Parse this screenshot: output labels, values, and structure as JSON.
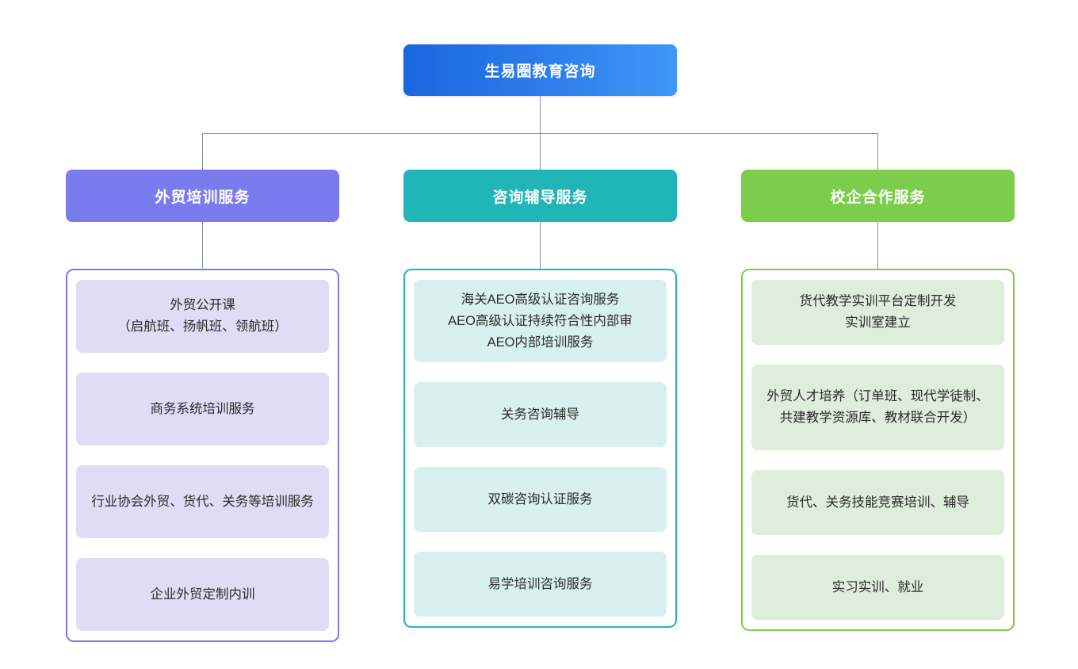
{
  "diagram": {
    "type": "organization-tree",
    "root": {
      "label": "生易圈教育咨询",
      "color": "#2a79ea"
    },
    "branches": [
      {
        "id": "foreign-trade-training",
        "header": "外贸培训服务",
        "color": "#7b7bf0",
        "item_fill": "#e0dcf5",
        "items": [
          "外贸公开课\n（启航班、扬帆班、领航班）",
          "商务系统培训服务",
          "行业协会外贸、货代、关务等培训服务",
          "企业外贸定制内训"
        ]
      },
      {
        "id": "consulting-coaching",
        "header": "咨询辅导服务",
        "color": "#21b5b8",
        "item_fill": "#d8f0ef",
        "items": [
          "海关AEO高级认证咨询服务\nAEO高级认证持续符合性内部审\nAEO内部培训服务",
          "关务咨询辅导",
          "双碳咨询认证服务",
          "易学培训咨询服务"
        ]
      },
      {
        "id": "school-enterprise-cooperation",
        "header": "校企合作服务",
        "color": "#7bcd4b",
        "item_fill": "#ddeeda",
        "items": [
          "货代教学实训平台定制开发\n实训室建立",
          "外贸人才培养（订单班、现代学徒制、共建教学资源库、教材联合开发）",
          "货代、关务技能竞赛培训、辅导",
          "实习实训、就业"
        ]
      }
    ],
    "connector_color": "#8a9199"
  }
}
